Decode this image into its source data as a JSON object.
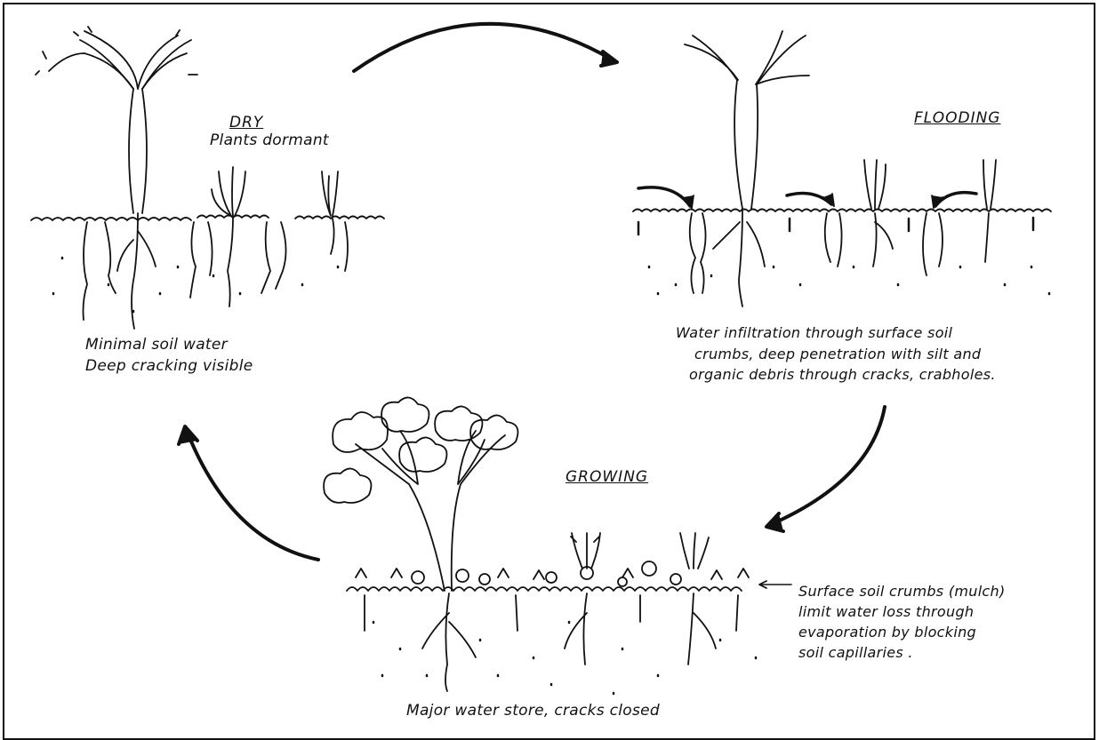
{
  "stages": {
    "dry": {
      "title": "DRY",
      "subtitle": "Plants dormant",
      "caption_line1": "Minimal soil water",
      "caption_line2": "Deep cracking visible"
    },
    "flooding": {
      "title": "FLOODING",
      "caption_line1": "Water infiltration through surface soil",
      "caption_line2": "crumbs, deep penetration with silt and",
      "caption_line3": "organic debris through cracks, crabholes."
    },
    "growing": {
      "title": "GROWING",
      "caption": "Major water store, cracks closed",
      "note_line1": "Surface soil crumbs (mulch)",
      "note_line2": "limit water loss through",
      "note_line3": "evaporation by blocking",
      "note_line4": "soil capillaries ."
    }
  }
}
